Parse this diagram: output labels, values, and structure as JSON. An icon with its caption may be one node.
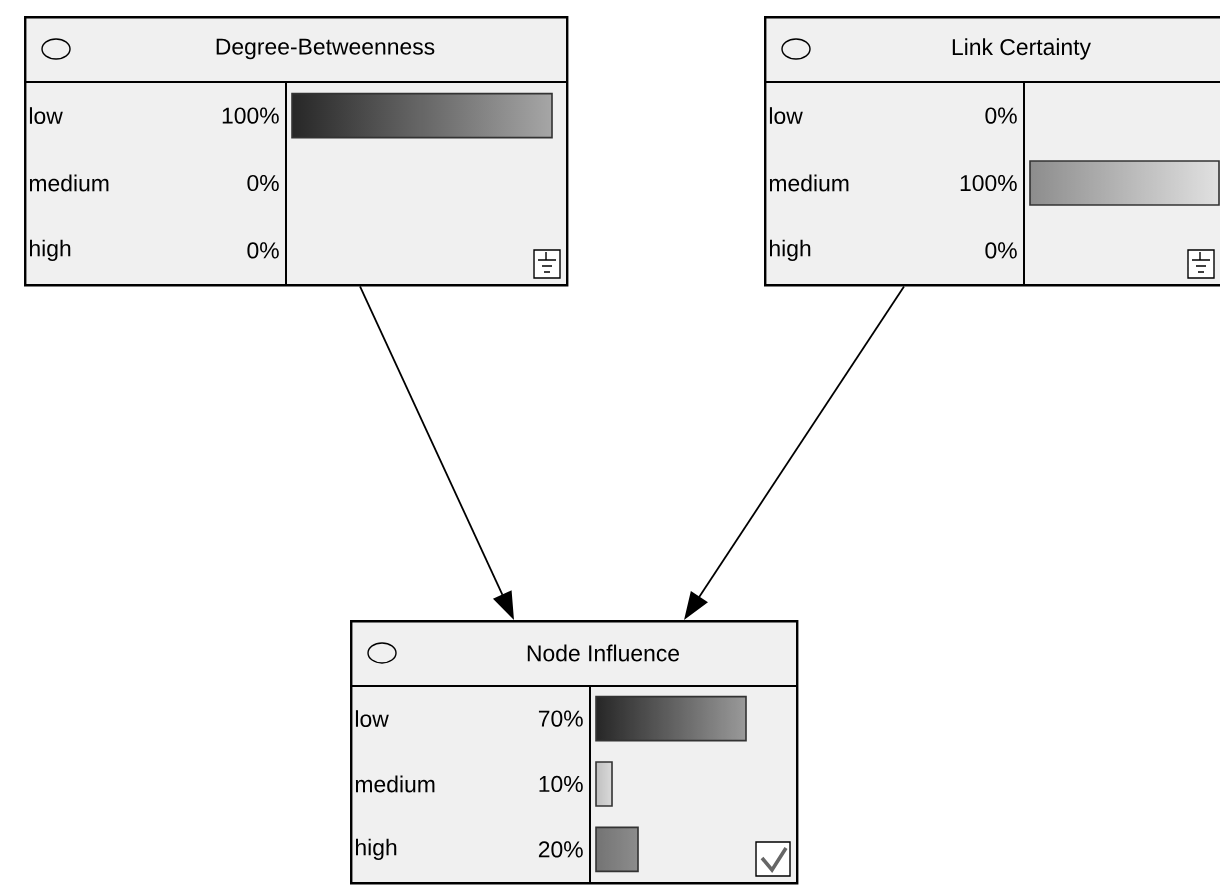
{
  "diagram": {
    "nodes": [
      {
        "text": [
          "Degree-Betweenness",
          "low",
          "100%",
          "medium",
          "0%",
          "high",
          "0%"
        ]
      },
      {
        "text": [
          "Link Certainty",
          "low",
          "0%",
          "medium",
          "100%",
          "high",
          "0%"
        ]
      },
      {
        "text": [
          "Node Influence",
          "low",
          "70%",
          "medium",
          "10%",
          "high",
          "20%"
        ]
      }
    ],
    "edges": [
      {
        "from": 0,
        "to": 2,
        "arrow": "to"
      },
      {
        "from": 1,
        "to": 2,
        "arrow": "to"
      }
    ]
  }
}
